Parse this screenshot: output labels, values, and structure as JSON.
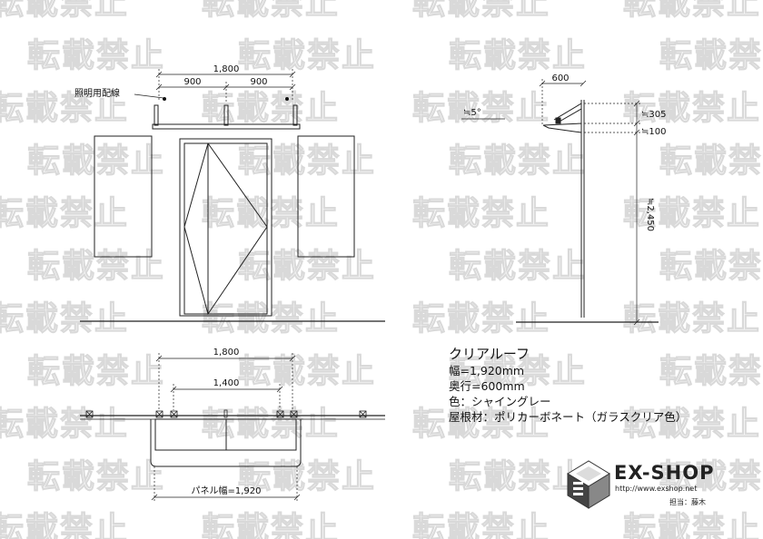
{
  "watermark": "転載禁止",
  "front_view": {
    "dim_total": "1,800",
    "dim_left": "900",
    "dim_right": "900",
    "lighting_label": "照明用配線"
  },
  "side_view": {
    "depth": "600",
    "slope": "≒5°",
    "height_1": "≒305",
    "height_2": "≒100",
    "height_3": "≒2,450"
  },
  "plan_view": {
    "dim_total": "1,800",
    "dim_inner": "1,400",
    "panel_width": "パネル幅=1,920"
  },
  "spec": {
    "title": "クリアルーフ",
    "width": "幅=1,920mm",
    "depth": "奥行=600mm",
    "color": "色：シャイングレー",
    "roof": "屋根材：ポリカーボネート（ガラスクリア色）"
  },
  "logo": {
    "brand": "EX-SHOP",
    "url": "http://www.exshop.net",
    "staff": "担当：藤木"
  }
}
